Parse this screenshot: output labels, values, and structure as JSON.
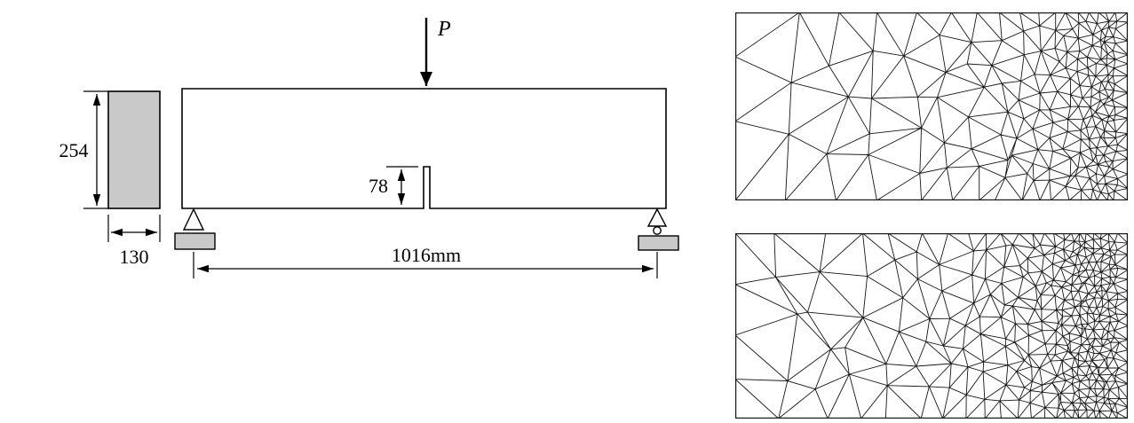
{
  "figure": {
    "load_label": "P",
    "dimensions": {
      "section_height": "254",
      "section_width": "130",
      "notch_depth": "78",
      "span": "1016mm"
    },
    "colors": {
      "fill_gray": "#c9c9c9",
      "line": "#000000",
      "mesh_line": "#161616"
    },
    "meshes": [
      {
        "name": "mesh-top-coarse",
        "seed": 7,
        "dx0": 62,
        "ratio": 0.87,
        "dxMin": 9.0,
        "strokeWidth": 0.9
      },
      {
        "name": "mesh-bottom-fine",
        "seed": 31,
        "dx0": 52,
        "ratio": 0.885,
        "dxMin": 8.2,
        "strokeWidth": 0.9
      }
    ]
  }
}
